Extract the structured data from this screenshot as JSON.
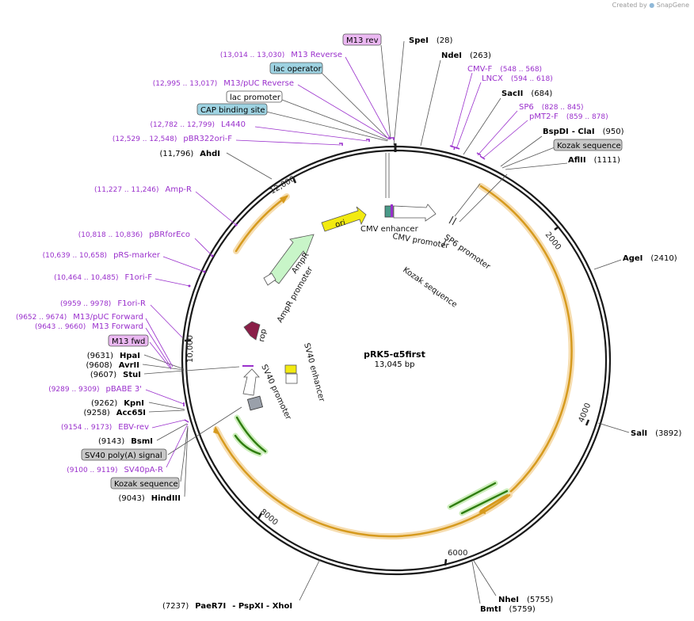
{
  "credit": {
    "created_by": "Created by",
    "brand": "SnapGene"
  },
  "plasmid": {
    "name": "pRK5-α5first",
    "length": "13,045 bp"
  },
  "ticks": [
    "2000",
    "4000",
    "6000",
    "8000",
    "10,000",
    "12,000"
  ],
  "colors": {
    "backbone": "#1a1a1a",
    "primer": "#9a30cc",
    "orf": "#d69a1e",
    "orf_halo": "#f6ddb0",
    "green_feature": "#2f7d10",
    "green_halo": "#cdeebc",
    "ori": "#f2ea10",
    "ampr": "#c8f5c8",
    "rop": "#8a1f48",
    "kozak_tag": "#c8c8c8",
    "operator_tag": "#9ed3e2",
    "primer_tag": "#ebb8f2"
  },
  "sites": [
    {
      "name": "SpeI",
      "pos": "(28)"
    },
    {
      "name": "NdeI",
      "pos": "(263)"
    },
    {
      "name": "SacII",
      "pos": "(684)"
    },
    {
      "name": "BspDI",
      "extra": "-  ClaI",
      "pos": "(950)"
    },
    {
      "name": "AflII",
      "pos": "(1111)"
    },
    {
      "name": "AgeI",
      "pos": "(2410)"
    },
    {
      "name": "SalI",
      "pos": "(3892)"
    },
    {
      "name": "NheI",
      "pos": "(5755)"
    },
    {
      "name": "BmtI",
      "pos": "(5759)"
    },
    {
      "name": "PaeR7I",
      "extra": "-  PspXI   -  XhoI",
      "pos": "(7237)"
    },
    {
      "name": "HindIII",
      "pos": "(9043)"
    },
    {
      "name": "BsmI",
      "pos": "(9143)"
    },
    {
      "name": "Acc65I",
      "pos": "(9258)"
    },
    {
      "name": "KpnI",
      "pos": "(9262)"
    },
    {
      "name": "StuI",
      "pos": "(9607)"
    },
    {
      "name": "AvrII",
      "pos": "(9608)"
    },
    {
      "name": "HpaI",
      "pos": "(9631)"
    },
    {
      "name": "AhdI",
      "pos": "(11,796)"
    }
  ],
  "primers": [
    {
      "name": "CMV-F",
      "range": "(548 .. 568)"
    },
    {
      "name": "LNCX",
      "range": "(594 .. 618)"
    },
    {
      "name": "SP6",
      "range": "(828 .. 845)"
    },
    {
      "name": "pMT2-F",
      "range": "(859 .. 878)"
    },
    {
      "name": "M13 Reverse",
      "range": "(13,014 .. 13,030)"
    },
    {
      "name": "M13/pUC Reverse",
      "range": "(12,995 .. 13,017)"
    },
    {
      "name": "L4440",
      "range": "(12,782 .. 12,799)"
    },
    {
      "name": "pBR322ori-F",
      "range": "(12,529 .. 12,548)"
    },
    {
      "name": "Amp-R",
      "range": "(11,227 .. 11,246)"
    },
    {
      "name": "pBRforEco",
      "range": "(10,818 .. 10,836)"
    },
    {
      "name": "pRS-marker",
      "range": "(10,639 .. 10,658)"
    },
    {
      "name": "F1ori-F",
      "range": "(10,464 .. 10,485)"
    },
    {
      "name": "F1ori-R",
      "range": "(9959 .. 9978)"
    },
    {
      "name": "M13/pUC Forward",
      "range": "(9652 .. 9674)"
    },
    {
      "name": "M13 Forward",
      "range": "(9643 .. 9660)"
    },
    {
      "name": "pBABE 3'",
      "range": "(9289 .. 9309)"
    },
    {
      "name": "EBV-rev",
      "range": "(9154 .. 9173)"
    },
    {
      "name": "SV40pA-R",
      "range": "(9100 .. 9119)"
    }
  ],
  "tag_labels": {
    "m13_rev": "M13 rev",
    "lac_operator": "lac operator",
    "lac_promoter": "lac promoter",
    "cap_site": "CAP binding site",
    "kozak_top": "Kozak sequence",
    "m13_fwd": "M13 fwd",
    "sv40_polya": "SV40 poly(A) signal",
    "kozak_bottom": "Kozak sequence"
  },
  "inner_labels": {
    "cmv_enhancer": "CMV enhancer",
    "cmv_promoter": "CMV promoter",
    "sp6_promoter": "SP6 promoter",
    "kozak": "Kozak sequence",
    "ori": "ori",
    "ampr": "AmpR",
    "ampr_promoter": "AmpR promoter",
    "rop": "rop",
    "sv40_enhancer": "SV40 enhancer",
    "sv40_promoter": "SV40 promoter"
  }
}
